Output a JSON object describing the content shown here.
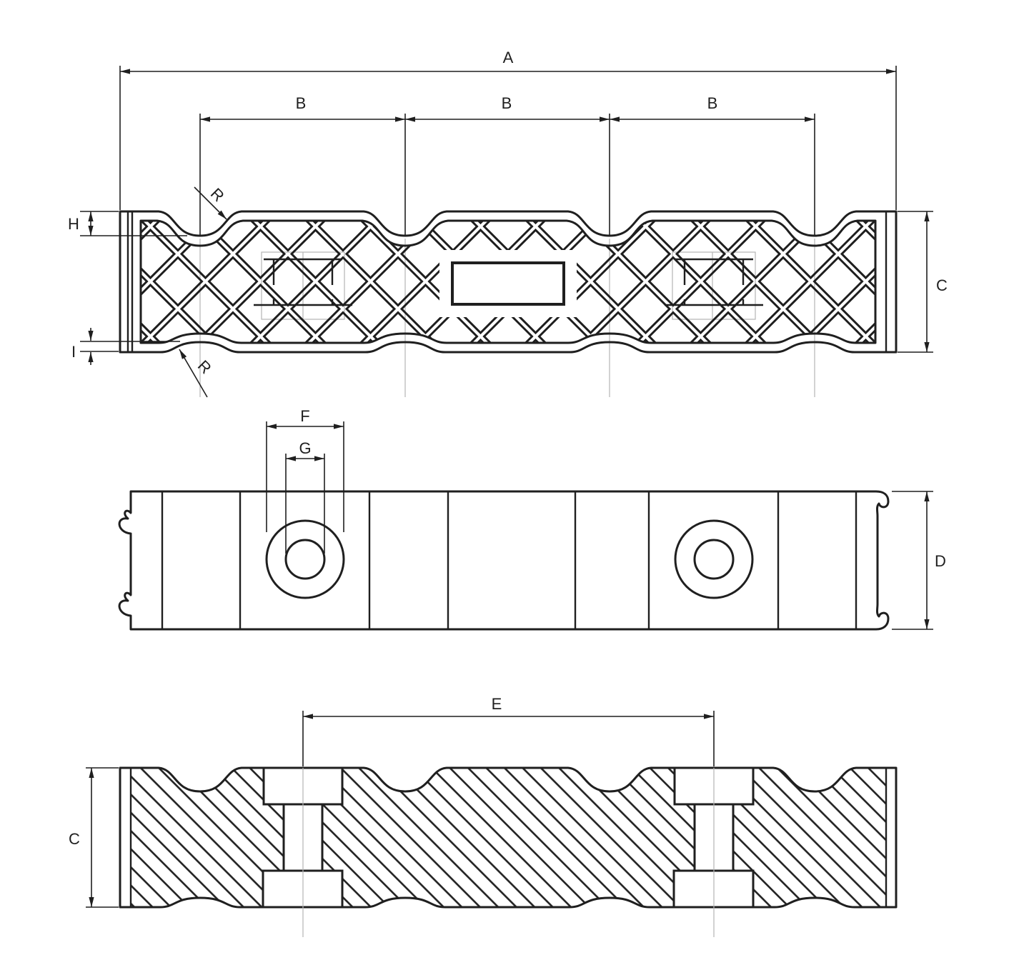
{
  "labels": {
    "dim_a": "A",
    "dim_b_1": "B",
    "dim_b_2": "B",
    "dim_b_3": "B",
    "dim_c_top": "C",
    "dim_c_section": "C",
    "dim_d": "D",
    "dim_e": "E",
    "dim_f": "F",
    "dim_g": "G",
    "dim_h": "H",
    "dim_i": "I",
    "radius_top": "R",
    "radius_bottom": "R"
  },
  "colors": {
    "line": "#1f1f1f",
    "construction": "#b5b5b5",
    "background": "#ffffff"
  }
}
